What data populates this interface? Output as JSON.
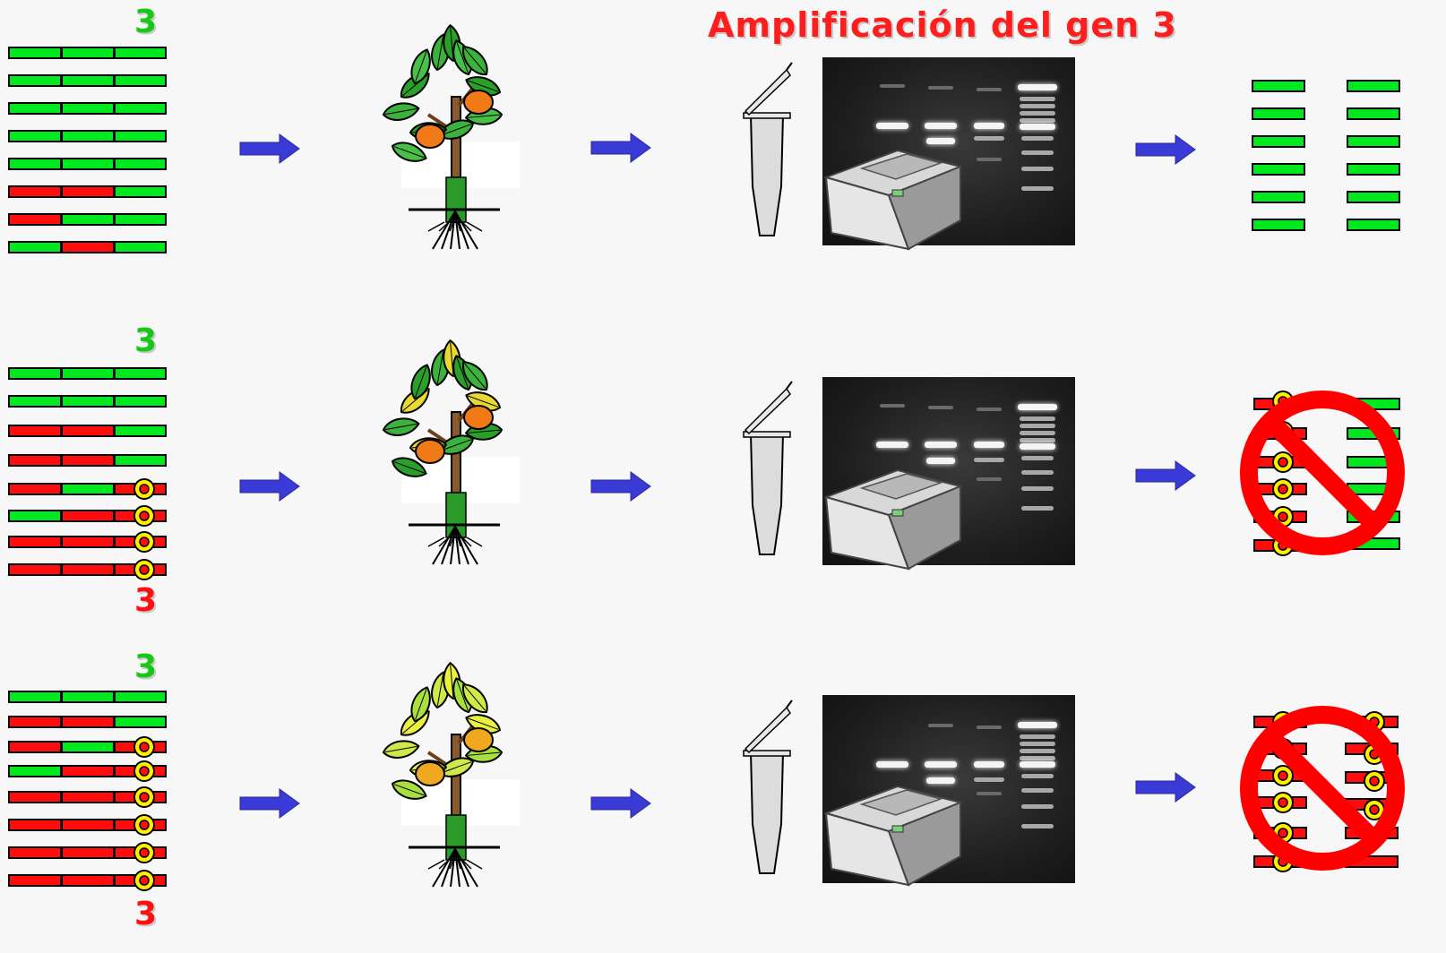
{
  "title": "Amplificación del gen 3",
  "gene_label": "3",
  "colors": {
    "title": "#ff1e1e",
    "normal_gene": "#00e81e",
    "mutant_gene": "#ff0d0d",
    "mutation_marker": "#ffee00",
    "arrow": "#3a3ad6",
    "prohibition": "#ff0000",
    "gel_background": "#1a1a1a"
  },
  "rows": [
    {
      "label_top": "3",
      "label_bottom": "",
      "tree_state": "healthy",
      "result": "amplified"
    },
    {
      "label_top": "3",
      "label_bottom": "3",
      "tree_state": "healthy-some-yellow",
      "result": "blocked"
    },
    {
      "label_top": "3",
      "label_bottom": "3",
      "tree_state": "yellow",
      "result": "blocked"
    }
  ],
  "icons": [
    "arrow-right-icon",
    "tree-icon",
    "pcr-tube-icon",
    "gel-image",
    "thermocycler-icon",
    "prohibition-icon",
    "mutation-marker-icon"
  ]
}
